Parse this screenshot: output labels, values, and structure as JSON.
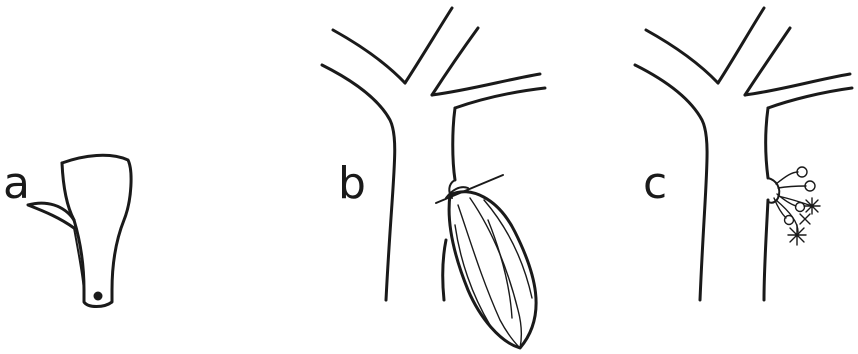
{
  "figure": {
    "panels": [
      {
        "label": "a",
        "depicts": "cushion"
      },
      {
        "label": "b",
        "depicts": "tree-with-pod"
      },
      {
        "label": "c",
        "depicts": "tree-with-flowers"
      }
    ]
  },
  "colors": {
    "ink": "#1a1a1a",
    "background": "#ffffff"
  }
}
